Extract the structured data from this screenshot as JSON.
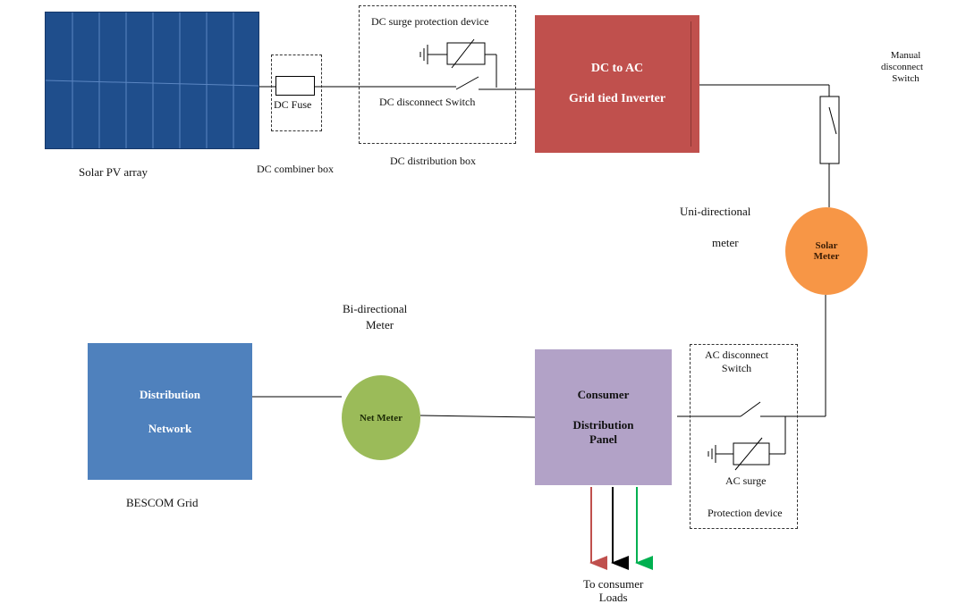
{
  "components": {
    "solar_pv_array": {
      "caption": "Solar PV array",
      "color": "#1f4e8c"
    },
    "dc_combiner_box": {
      "caption": "DC combiner box",
      "fuse_label": "DC Fuse"
    },
    "dc_distribution_box": {
      "caption": "DC distribution box",
      "surge_label": "DC surge protection device",
      "switch_label": "DC disconnect Switch"
    },
    "inverter": {
      "line1": "DC to AC",
      "line2": "Grid tied Inverter",
      "color": "#c0504d"
    },
    "manual_disconnect": {
      "line1": "Manual",
      "line2": "disconnect",
      "line3": "Switch"
    },
    "solar_meter": {
      "line1": "Solar",
      "line2": "Meter",
      "caption1": "Uni-directional",
      "caption2": "meter",
      "color": "#f79646"
    },
    "distribution_network": {
      "line1": "Distribution",
      "line2": "Network",
      "caption": "BESCOM  Grid",
      "color": "#4f81bd"
    },
    "net_meter": {
      "label": "Net Meter",
      "caption1": "Bi-directional",
      "caption2": "Meter",
      "color": "#9bbb59"
    },
    "consumer_panel": {
      "line1": "Consumer",
      "line2": "Distribution",
      "line3": "Panel",
      "color": "#b2a2c7"
    },
    "ac_box": {
      "switch_line1": "AC disconnect",
      "switch_line2": "Switch",
      "surge_label": "AC surge",
      "protection_label": "Protection device"
    },
    "loads": {
      "line1": "To consumer",
      "line2": "Loads"
    }
  },
  "colors": {
    "load_red": "#c0504d",
    "load_black": "#000000",
    "load_green": "#00b050"
  }
}
